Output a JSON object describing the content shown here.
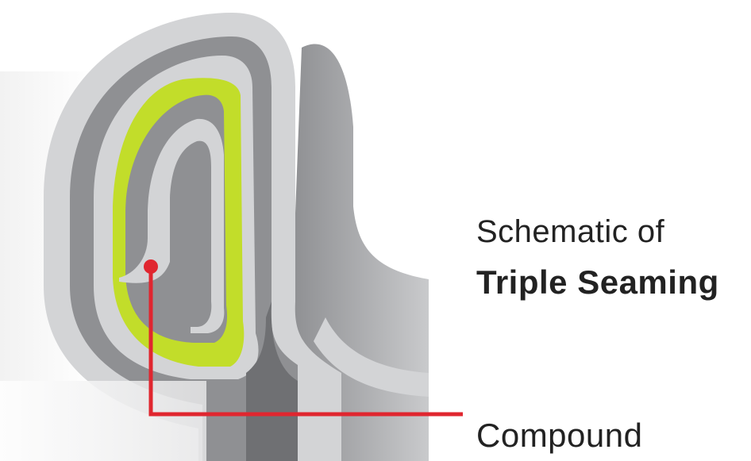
{
  "title": {
    "line1": "Schematic of",
    "line2": "Triple Seaming"
  },
  "callout": {
    "label": "Compound"
  },
  "colors": {
    "light_layer": "#d3d4d6",
    "dark_layer": "#8f9093",
    "compound": "#c2dd2a",
    "leader_line": "#e0262f",
    "text": "#222222"
  }
}
